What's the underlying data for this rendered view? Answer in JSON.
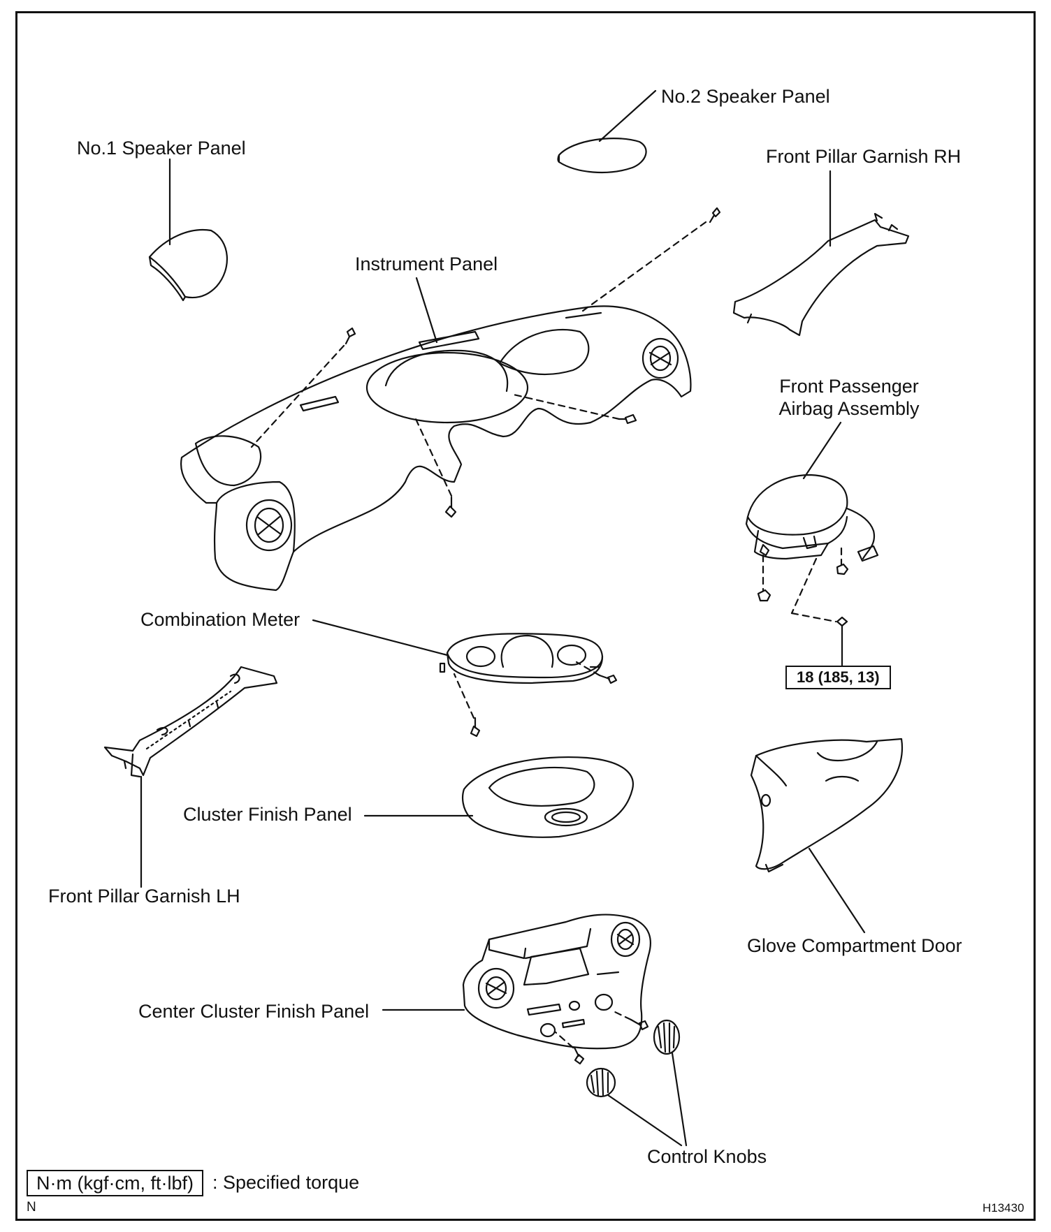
{
  "labels": {
    "no1_speaker_panel": "No.1 Speaker Panel",
    "no2_speaker_panel": "No.2 Speaker Panel",
    "front_pillar_garnish_rh": "Front Pillar Garnish RH",
    "instrument_panel": "Instrument Panel",
    "front_passenger_airbag_line1": "Front Passenger",
    "front_passenger_airbag_line2": "Airbag Assembly",
    "combination_meter": "Combination Meter",
    "cluster_finish_panel": "Cluster Finish Panel",
    "front_pillar_garnish_lh": "Front Pillar Garnish LH",
    "glove_compartment_door": "Glove Compartment Door",
    "center_cluster_finish_panel": "Center Cluster Finish Panel",
    "control_knobs": "Control Knobs"
  },
  "torque_spec": "18 (185, 13)",
  "legend": {
    "unit_box": "N·m (kgf·cm, ft·lbf)",
    "description": ": Specified torque"
  },
  "corner_marks": {
    "bottom_left": "N",
    "figure_id": "H13430"
  }
}
